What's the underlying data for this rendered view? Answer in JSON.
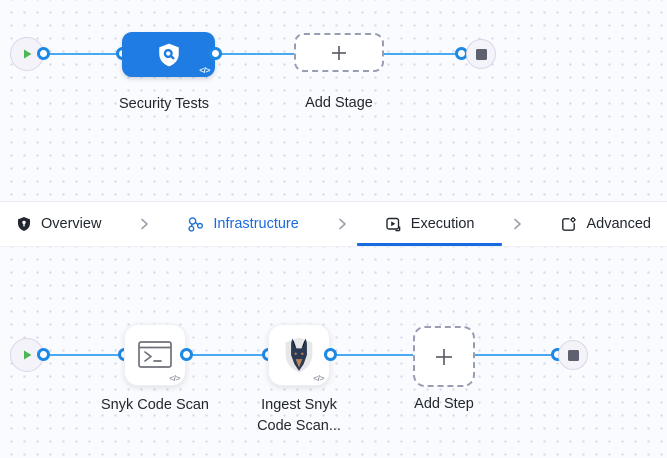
{
  "stage_pipeline": {
    "stage_label": "Security Tests",
    "stage_icon": "shield-scan-icon",
    "add_stage_label": "Add Stage",
    "code_glyph": "</>"
  },
  "tabs": [
    {
      "label": "Overview",
      "icon": "shield-icon",
      "state": "default"
    },
    {
      "label": "Infrastructure",
      "icon": "infrastructure-icon",
      "state": "visited"
    },
    {
      "label": "Execution",
      "icon": "execution-icon",
      "state": "active"
    },
    {
      "label": "Advanced",
      "icon": "advanced-gear-icon",
      "state": "default"
    }
  ],
  "execution_pipeline": {
    "step1_label": "Snyk Code Scan",
    "step1_icon": "terminal-icon",
    "step2_label": "Ingest Snyk Code Scan...",
    "step2_icon": "snyk-dog-icon",
    "add_step_label": "Add Step",
    "code_glyph": "</>"
  },
  "colors": {
    "node_blue": "#1e7ce2",
    "wire_blue": "#49a8f2",
    "port_blue": "#1e88e5",
    "active_blue": "#1b6be0",
    "play_green": "#4cb754",
    "grid_dot": "#d7dbe6"
  }
}
